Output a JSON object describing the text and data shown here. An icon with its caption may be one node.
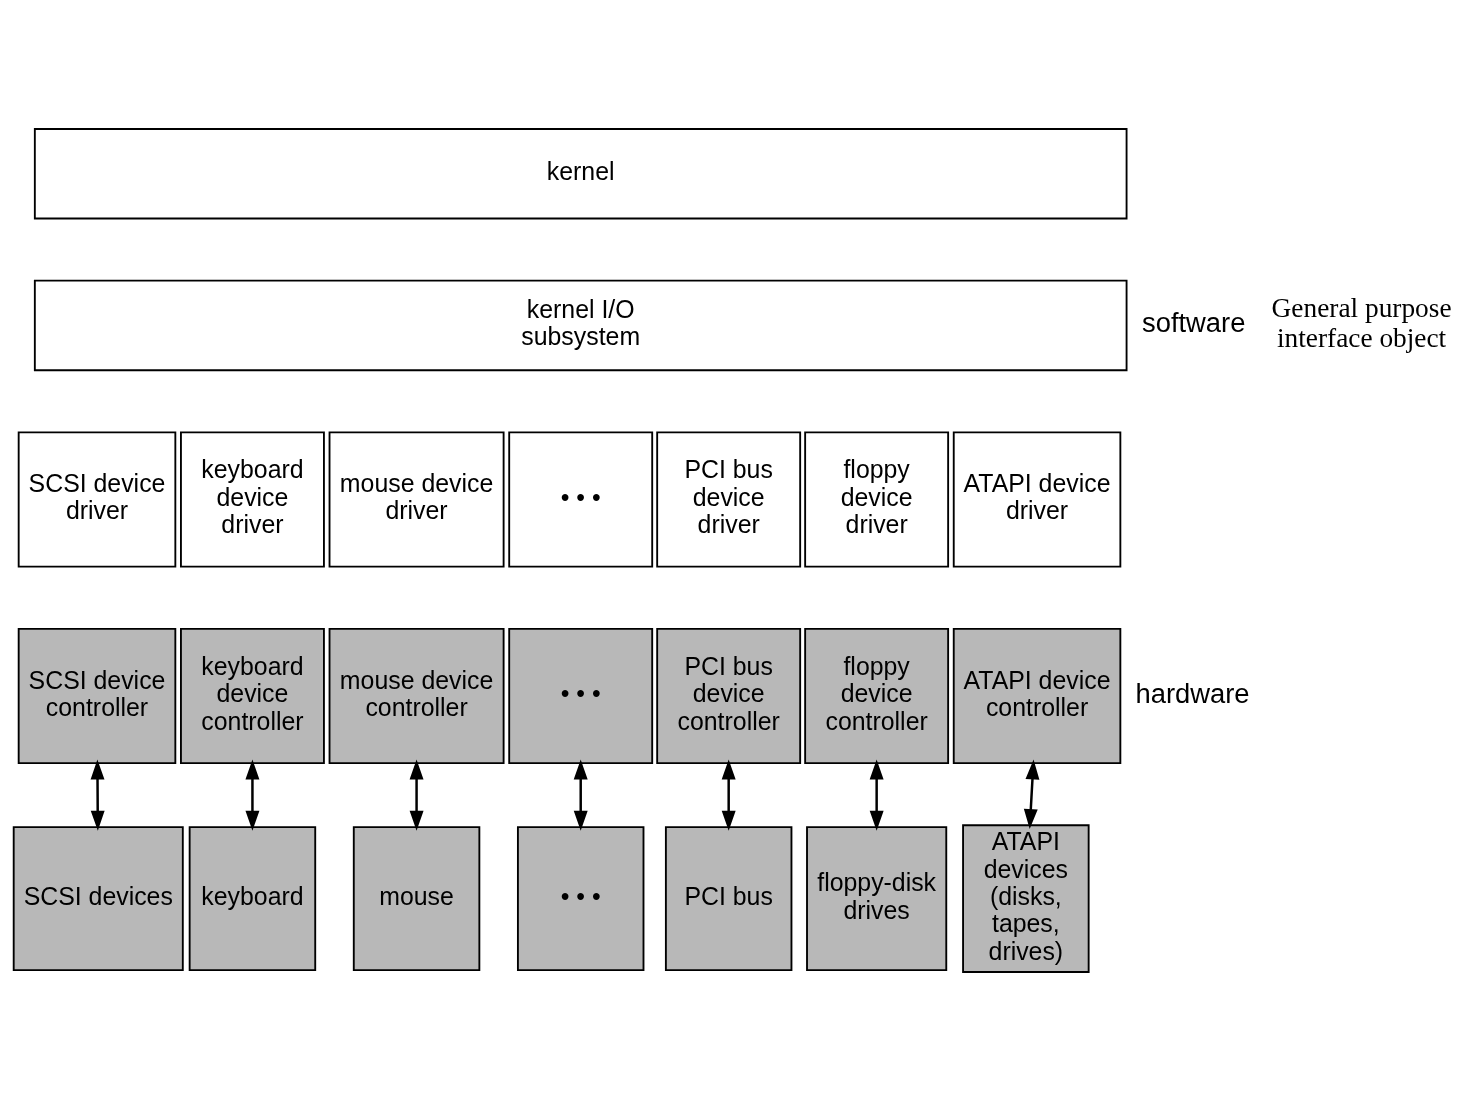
{
  "diagram": {
    "nodes": [
      {
        "text": [
          "kernel"
        ]
      },
      {
        "text": [
          "kernel I/O subsystem"
        ]
      },
      {
        "text": [
          "SCSI device driver"
        ]
      },
      {
        "text": [
          "keyboard device driver"
        ]
      },
      {
        "text": [
          "mouse device driver"
        ]
      },
      {
        "text": [
          "• • •"
        ]
      },
      {
        "text": [
          "PCI bus device driver"
        ]
      },
      {
        "text": [
          "floppy device driver"
        ]
      },
      {
        "text": [
          "ATAPI device driver"
        ]
      },
      {
        "text": [
          "SCSI device controller"
        ]
      },
      {
        "text": [
          "keyboard device controller"
        ]
      },
      {
        "text": [
          "mouse device controller"
        ]
      },
      {
        "text": [
          "• • •"
        ]
      },
      {
        "text": [
          "PCI bus device controller"
        ]
      },
      {
        "text": [
          "floppy device controller"
        ]
      },
      {
        "text": [
          "ATAPI device controller"
        ]
      },
      {
        "text": [
          "SCSI devices"
        ]
      },
      {
        "text": [
          "keyboard"
        ]
      },
      {
        "text": [
          "mouse"
        ]
      },
      {
        "text": [
          "• • •"
        ]
      },
      {
        "text": [
          "PCI bus"
        ]
      },
      {
        "text": [
          "floppy-disk drives"
        ]
      },
      {
        "text": [
          "ATAPI devices (disks, tapes, drives)"
        ]
      }
    ],
    "edges": [
      {
        "from": 9,
        "to": 16,
        "arrow": "both"
      },
      {
        "from": 10,
        "to": 17,
        "arrow": "both"
      },
      {
        "from": 11,
        "to": 18,
        "arrow": "both"
      },
      {
        "from": 12,
        "to": 19,
        "arrow": "both"
      },
      {
        "from": 13,
        "to": 20,
        "arrow": "both"
      },
      {
        "from": 14,
        "to": 21,
        "arrow": "both"
      },
      {
        "from": 15,
        "to": 22,
        "arrow": "both"
      }
    ],
    "labels": [
      "software",
      "General purpose interface object",
      "hardware"
    ]
  }
}
